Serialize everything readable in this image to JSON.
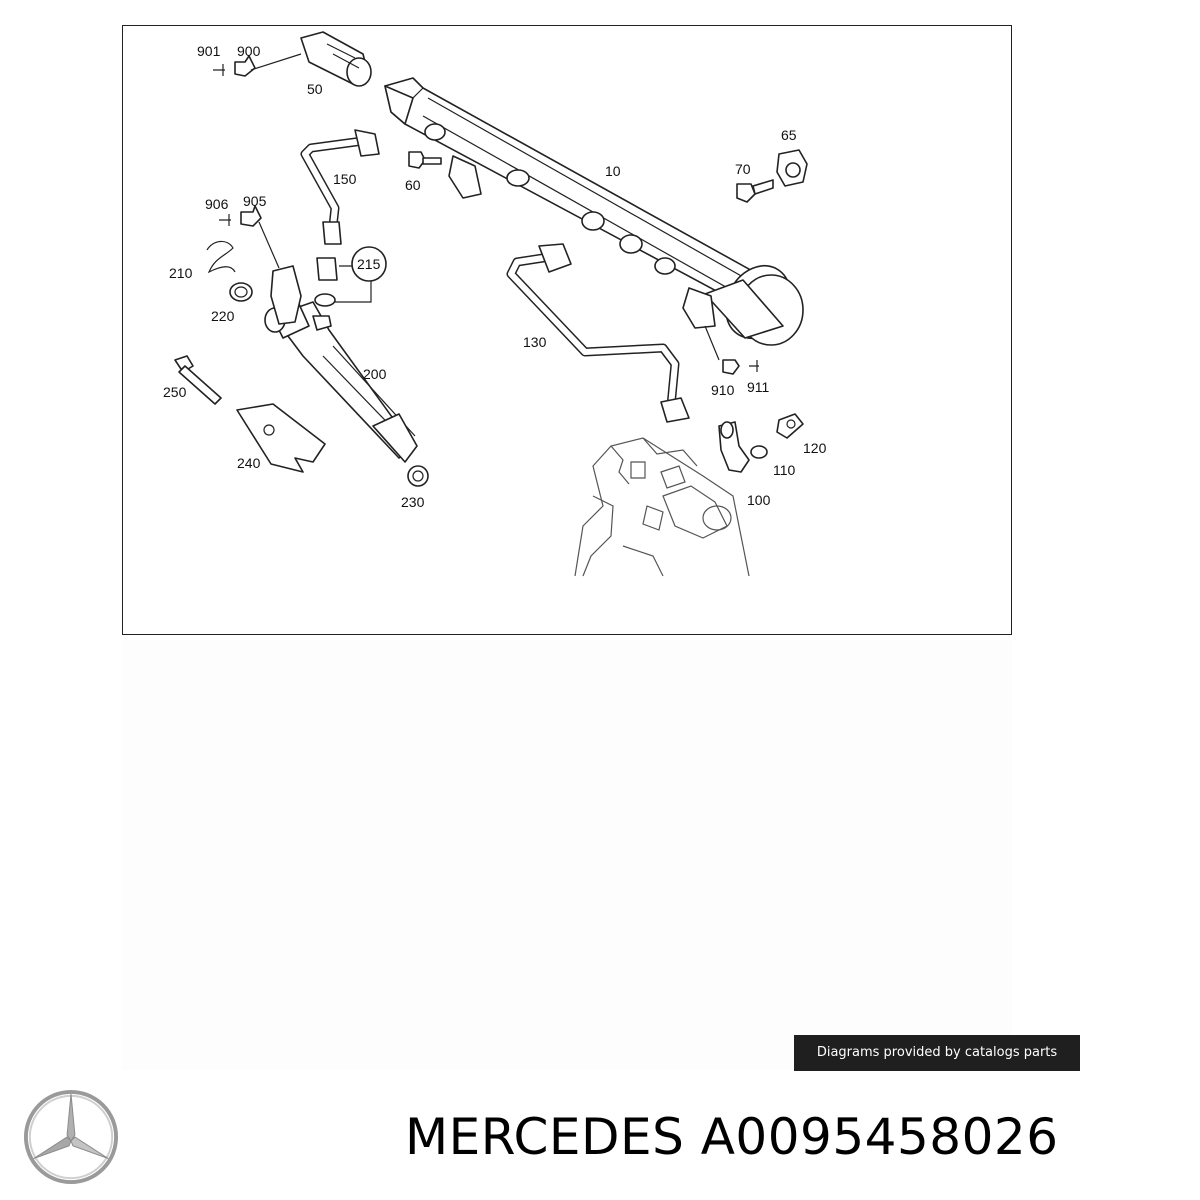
{
  "diagram": {
    "callouts": {
      "c901": "901",
      "c900": "900",
      "c50": "50",
      "c10": "10",
      "c65": "65",
      "c70": "70",
      "c60": "60",
      "c150": "150",
      "c906": "906",
      "c905": "905",
      "c215": "215",
      "c210": "210",
      "c220": "220",
      "c130": "130",
      "c200": "200",
      "c250": "250",
      "c910": "910",
      "c911": "911",
      "c240": "240",
      "c120": "120",
      "c110": "110",
      "c230": "230",
      "c100": "100"
    }
  },
  "credit": {
    "text": "Diagrams provided by catalogs parts"
  },
  "brand": {
    "title": "MERCEDES A0095458026",
    "logo_icon": "mercedes-star-icon"
  },
  "colors": {
    "badge_bg": "#1f1f1f",
    "badge_text": "#ffffff",
    "line": "#222222"
  }
}
